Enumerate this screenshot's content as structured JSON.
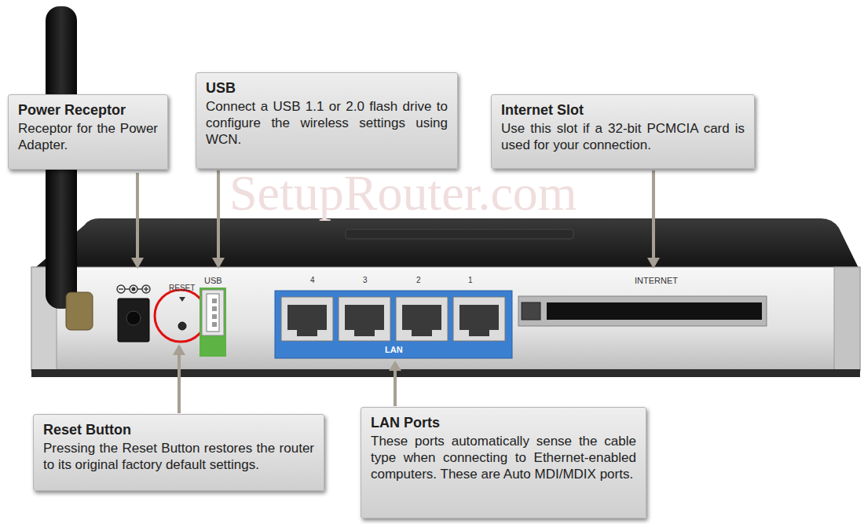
{
  "diagram": {
    "nodes": [
      {
        "text": [
          "Power Receptor",
          "Receptor for the Power Adapter."
        ]
      },
      {
        "text": [
          "USB",
          "Connect a USB 1.1 or 2.0 flash drive to configure the wireless settings using WCN."
        ]
      },
      {
        "text": [
          "Internet Slot",
          "Use this slot if a 32-bit PCMCIA card is used for your connection."
        ]
      },
      {
        "text": [
          "Reset Button",
          "Pressing the Reset Button restores the router to its original factory default settings."
        ]
      },
      {
        "text": [
          "LAN Ports",
          "These ports automatically sense the cable type when connecting to Ethernet-enabled computers. These are Auto MDI/MDIX ports."
        ]
      }
    ],
    "labels": [
      "SetupRouter.com",
      "RESET",
      "USB",
      "4",
      "3",
      "2",
      "1",
      "LAN",
      "INTERNET"
    ]
  }
}
